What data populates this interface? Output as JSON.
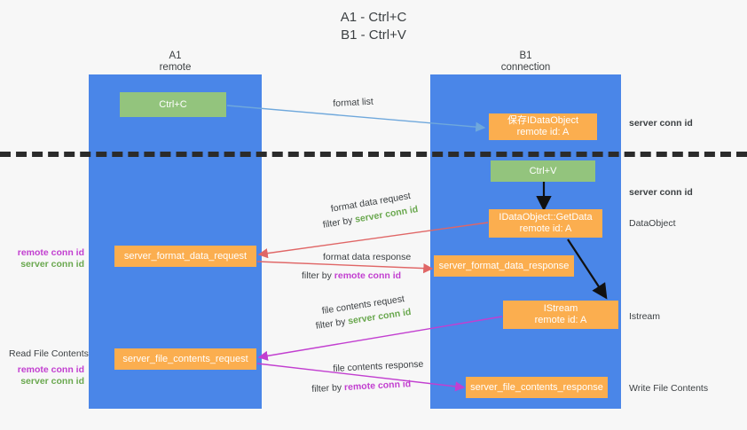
{
  "title": {
    "line1": "A1 - Ctrl+C",
    "line2": "B1 - Ctrl+V"
  },
  "lanes": [
    {
      "name": "A1",
      "sub": "remote",
      "color": "#4a86e8"
    },
    {
      "name": "B1",
      "sub": "connection",
      "color": "#4a86e8"
    }
  ],
  "colors": {
    "lane": "#4a86e8",
    "green_box": "#93c47d",
    "orange_box": "#fbae4f",
    "blue_arrow": "#6fa8dc",
    "red_arrow": "#e06666",
    "magenta_arrow": "#c23fd0",
    "dark_arrow": "#1c1c1c",
    "server_conn_id": "#6aa84f",
    "remote_conn_id": "#c23fd0",
    "background": "#f7f7f7"
  },
  "nodes": {
    "ctrl_c": {
      "label": "Ctrl+C"
    },
    "ctrl_v": {
      "label": "Ctrl+V"
    },
    "save_idataobject": {
      "line1": "保存IDataObject",
      "line2": "remote id: A"
    },
    "getdata": {
      "line1": "IDataObject::GetData",
      "line2": "remote id: A"
    },
    "istream": {
      "line1": "IStream",
      "line2": "remote id: A"
    },
    "format_data_request": {
      "label": "server_format_data_request"
    },
    "format_data_response": {
      "label": "server_format_data_response"
    },
    "file_contents_request": {
      "label": "server_file_contents_request"
    },
    "file_contents_response": {
      "label": "server_file_contents_response"
    }
  },
  "edge_labels": {
    "format_list": "format list",
    "format_data_request": "format data request",
    "format_data_request_filter_prefix": "filter by ",
    "format_data_request_filter_value": "server conn id",
    "format_data_response": "format data response",
    "format_data_response_filter_prefix": "filter by ",
    "format_data_response_filter_value": "remote conn id",
    "file_contents_request": "file contents request",
    "file_contents_request_filter_prefix": "filter by ",
    "file_contents_request_filter_value": "server conn id",
    "file_contents_response": "file contents response",
    "file_contents_response_filter_prefix": "filter by ",
    "file_contents_response_filter_value": "remote conn id"
  },
  "right_annotations": [
    {
      "text": "server conn id",
      "kind": "server"
    },
    {
      "text": "server conn id",
      "kind": "server"
    },
    {
      "text": "DataObject",
      "kind": "plain"
    },
    {
      "text": "Istream",
      "kind": "plain"
    },
    {
      "text": "Write File Contents",
      "kind": "plain"
    }
  ],
  "left_annotations": {
    "group1_line1": "remote conn id",
    "group1_line2": "server conn id",
    "read_file_contents": "Read File Contents",
    "group2_line1": "remote conn id",
    "group2_line2": "server conn id"
  }
}
